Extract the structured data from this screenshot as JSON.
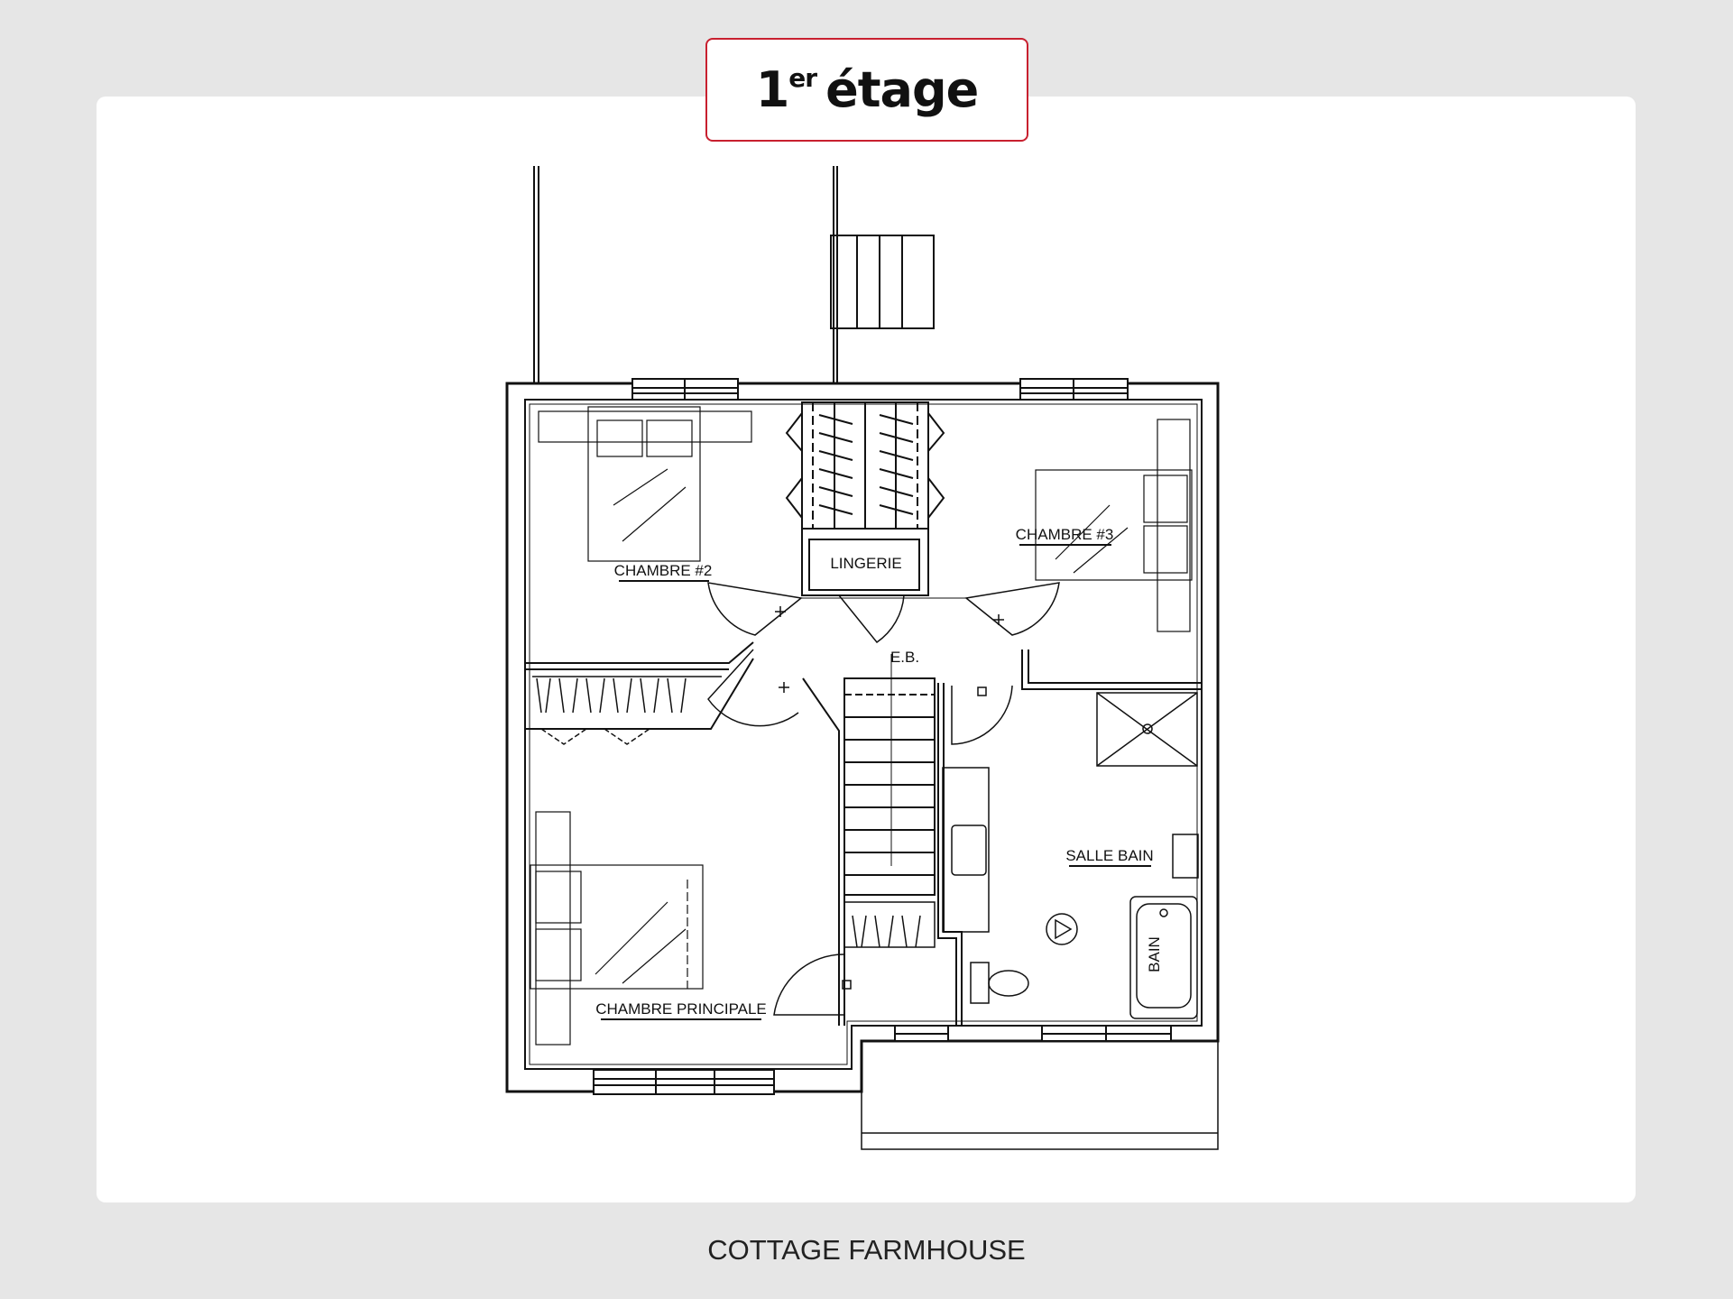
{
  "header": {
    "title_number": "1",
    "title_suffix": "er",
    "title_word": "étage"
  },
  "plan": {
    "rooms": {
      "chambre2": "CHAMBRE #2",
      "chambre3": "CHAMBRE #3",
      "lingerie": "LINGERIE",
      "eb": "E.B.",
      "salle_bain": "SALLE BAIN",
      "chambre_principale": "CHAMBRE PRINCIPALE",
      "bain": "BAIN"
    }
  },
  "footer": {
    "model_name": "COTTAGE FARMHOUSE"
  },
  "colors": {
    "accent": "#c8202f",
    "background": "#e6e6e6"
  }
}
